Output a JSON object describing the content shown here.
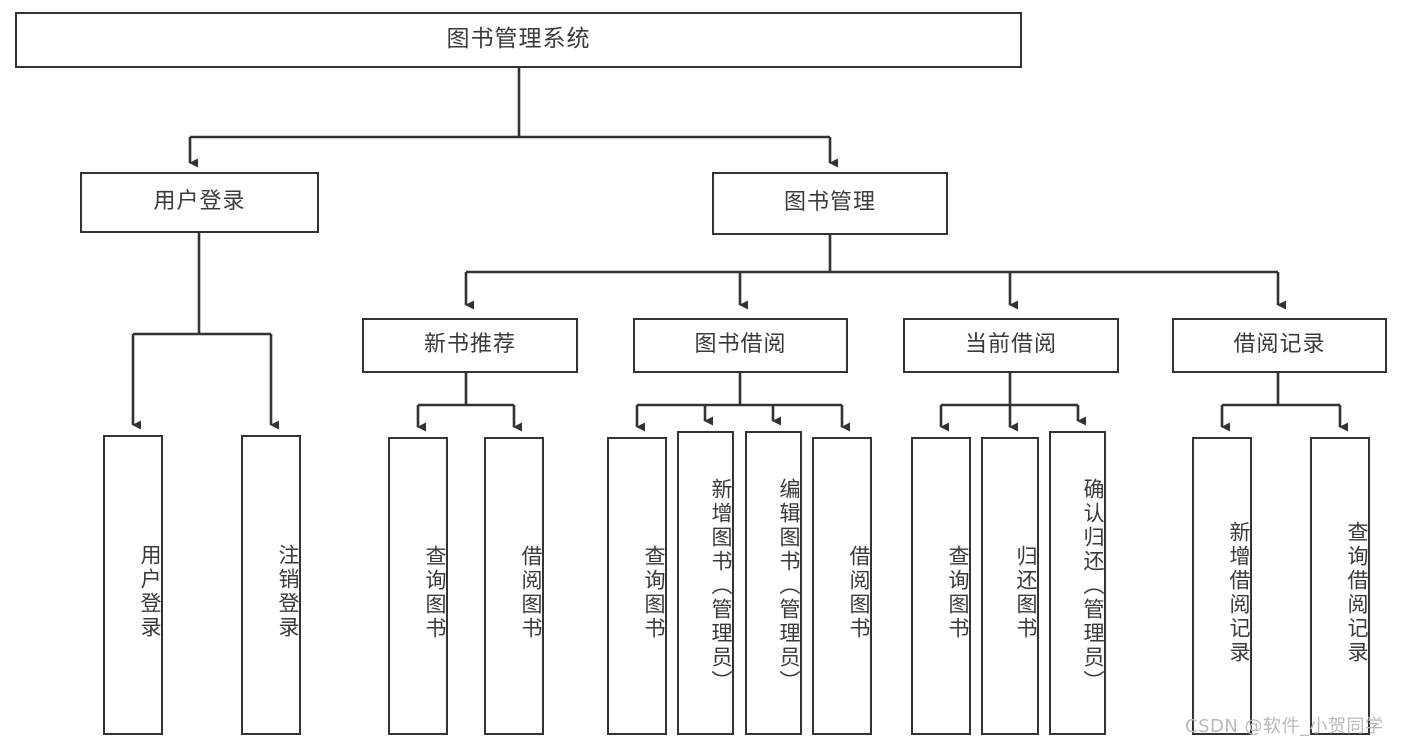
{
  "diagram": {
    "title": "图书管理系统",
    "watermark": "CSDN @软件_小贺同学",
    "stroke_color": "#333333",
    "text_color": "#3a3a3a",
    "background": "#ffffff",
    "levels": {
      "root": {
        "label": "图书管理系统"
      },
      "level1": [
        {
          "label": "用户登录"
        },
        {
          "label": "图书管理"
        }
      ],
      "level2": [
        {
          "label": "新书推荐"
        },
        {
          "label": "图书借阅"
        },
        {
          "label": "当前借阅"
        },
        {
          "label": "借阅记录"
        }
      ],
      "leaves_user_login": [
        {
          "label": "用户登录"
        },
        {
          "label": "注销登录"
        }
      ],
      "leaves_new_books": [
        {
          "label": "查询图书"
        },
        {
          "label": "借阅图书"
        }
      ],
      "leaves_borrow": [
        {
          "label": "查询图书"
        },
        {
          "label": "新增图书（管理员）"
        },
        {
          "label": "编辑图书（管理员）"
        },
        {
          "label": "借阅图书"
        }
      ],
      "leaves_current": [
        {
          "label": "查询图书"
        },
        {
          "label": "归还图书"
        },
        {
          "label": "确认归还（管理员）"
        }
      ],
      "leaves_records": [
        {
          "label": "新增借阅记录"
        },
        {
          "label": "查询借阅记录"
        }
      ]
    }
  }
}
